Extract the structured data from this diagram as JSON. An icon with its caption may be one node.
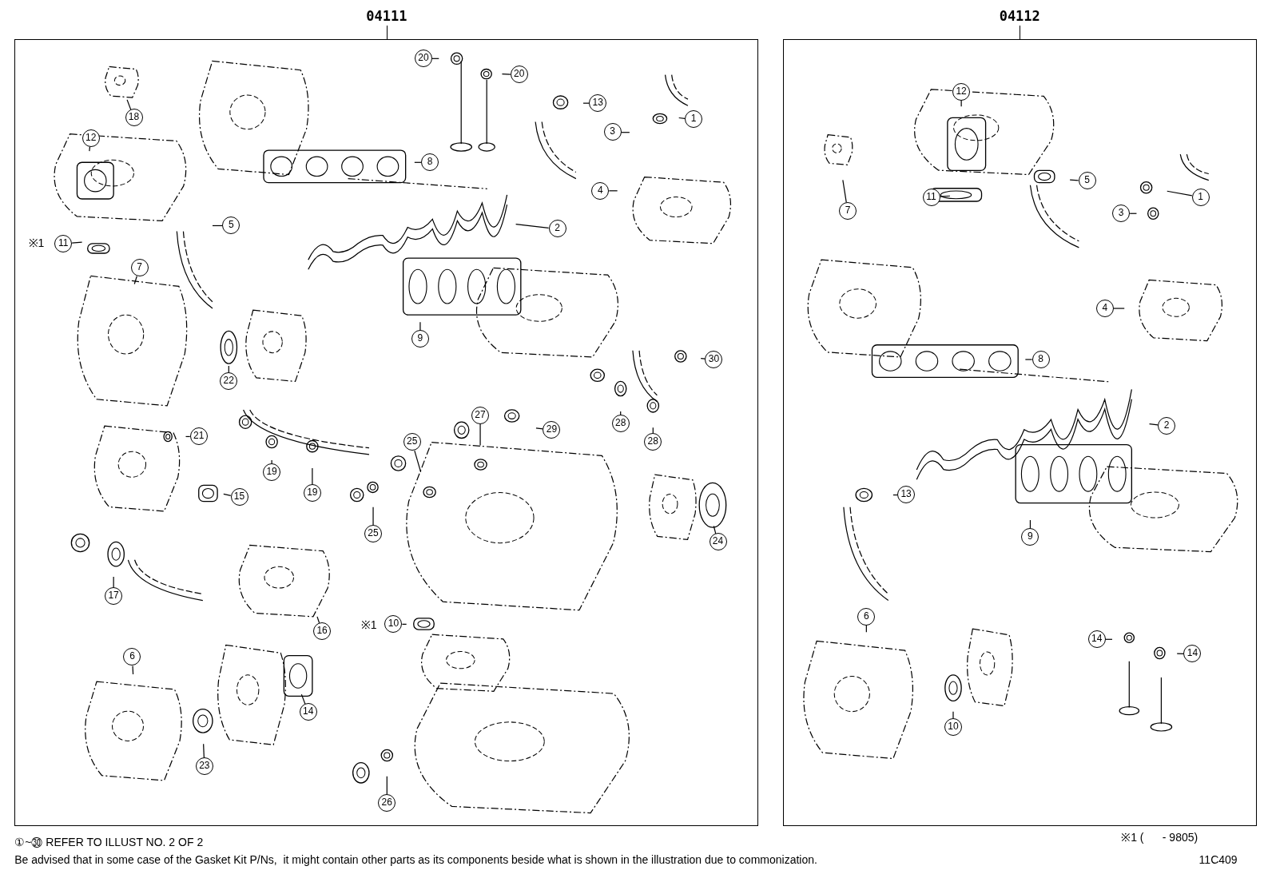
{
  "diagram": {
    "nodes": [
      {
        "text": [
          "04111"
        ]
      },
      {
        "text": [
          "04112"
        ]
      },
      {
        "text": [
          "18"
        ],
        "in": 0
      },
      {
        "text": [
          "20"
        ],
        "in": 0
      },
      {
        "text": [
          "20"
        ],
        "in": 0
      },
      {
        "text": [
          "13"
        ],
        "in": 0
      },
      {
        "text": [
          "12"
        ],
        "in": 0
      },
      {
        "text": [
          "3"
        ],
        "in": 0
      },
      {
        "text": [
          "1"
        ],
        "in": 0
      },
      {
        "text": [
          "8"
        ],
        "in": 0
      },
      {
        "text": [
          "5"
        ],
        "in": 0
      },
      {
        "text": [
          "4"
        ],
        "in": 0
      },
      {
        "text": [
          "2"
        ],
        "in": 0
      },
      {
        "text": [
          "11"
        ],
        "in": 0
      },
      {
        "text": [
          "7"
        ],
        "in": 0
      },
      {
        "text": [
          "9"
        ],
        "in": 0
      },
      {
        "text": [
          "22"
        ],
        "in": 0
      },
      {
        "text": [
          "30"
        ],
        "in": 0
      },
      {
        "text": [
          "28"
        ],
        "in": 0
      },
      {
        "text": [
          "28"
        ],
        "in": 0
      },
      {
        "text": [
          "27"
        ],
        "in": 0
      },
      {
        "text": [
          "29"
        ],
        "in": 0
      },
      {
        "text": [
          "21"
        ],
        "in": 0
      },
      {
        "text": [
          "19"
        ],
        "in": 0
      },
      {
        "text": [
          "25"
        ],
        "in": 0
      },
      {
        "text": [
          "19"
        ],
        "in": 0
      },
      {
        "text": [
          "15"
        ],
        "in": 0
      },
      {
        "text": [
          "25"
        ],
        "in": 0
      },
      {
        "text": [
          "24"
        ],
        "in": 0
      },
      {
        "text": [
          "17"
        ],
        "in": 0
      },
      {
        "text": [
          "16"
        ],
        "in": 0
      },
      {
        "text": [
          "10"
        ],
        "in": 0
      },
      {
        "text": [
          "6"
        ],
        "in": 0
      },
      {
        "text": [
          "14"
        ],
        "in": 0
      },
      {
        "text": [
          "23"
        ],
        "in": 0
      },
      {
        "text": [
          "26"
        ],
        "in": 0
      },
      {
        "text": [
          "12"
        ],
        "in": 1
      },
      {
        "text": [
          "5"
        ],
        "in": 1
      },
      {
        "text": [
          "11"
        ],
        "in": 1
      },
      {
        "text": [
          "1"
        ],
        "in": 1
      },
      {
        "text": [
          "3"
        ],
        "in": 1
      },
      {
        "text": [
          "7"
        ],
        "in": 1
      },
      {
        "text": [
          "4"
        ],
        "in": 1
      },
      {
        "text": [
          "8"
        ],
        "in": 1
      },
      {
        "text": [
          "2"
        ],
        "in": 1
      },
      {
        "text": [
          "13"
        ],
        "in": 1
      },
      {
        "text": [
          "9"
        ],
        "in": 1
      },
      {
        "text": [
          "6"
        ],
        "in": 1
      },
      {
        "text": [
          "14"
        ],
        "in": 1
      },
      {
        "text": [
          "14"
        ],
        "in": 1
      },
      {
        "text": [
          "10"
        ],
        "in": 1
      }
    ],
    "edges": [
      {
        "from": 2,
        "to": null,
        "arrow": "none"
      },
      {
        "from": 3,
        "to": null,
        "arrow": "none"
      },
      {
        "from": 4,
        "to": null,
        "arrow": "none"
      },
      {
        "from": 5,
        "to": null,
        "arrow": "none"
      },
      {
        "from": 6,
        "to": null,
        "arrow": "none"
      },
      {
        "from": 7,
        "to": null,
        "arrow": "none"
      },
      {
        "from": 8,
        "to": null,
        "arrow": "none"
      },
      {
        "from": 9,
        "to": null,
        "arrow": "none"
      },
      {
        "from": 10,
        "to": null,
        "arrow": "none"
      },
      {
        "from": 11,
        "to": null,
        "arrow": "none"
      },
      {
        "from": 12,
        "to": null,
        "arrow": "none"
      },
      {
        "from": 13,
        "to": null,
        "arrow": "none"
      },
      {
        "from": 14,
        "to": null,
        "arrow": "none"
      },
      {
        "from": 15,
        "to": null,
        "arrow": "none"
      },
      {
        "from": 16,
        "to": null,
        "arrow": "none"
      },
      {
        "from": 17,
        "to": null,
        "arrow": "none"
      },
      {
        "from": 18,
        "to": null,
        "arrow": "none"
      },
      {
        "from": 19,
        "to": null,
        "arrow": "none"
      },
      {
        "from": 20,
        "to": null,
        "arrow": "none"
      },
      {
        "from": 21,
        "to": null,
        "arrow": "none"
      },
      {
        "from": 22,
        "to": null,
        "arrow": "none"
      },
      {
        "from": 23,
        "to": null,
        "arrow": "none"
      },
      {
        "from": 24,
        "to": null,
        "arrow": "none"
      },
      {
        "from": 25,
        "to": null,
        "arrow": "none"
      },
      {
        "from": 26,
        "to": null,
        "arrow": "none"
      },
      {
        "from": 27,
        "to": null,
        "arrow": "none"
      },
      {
        "from": 28,
        "to": null,
        "arrow": "none"
      },
      {
        "from": 29,
        "to": null,
        "arrow": "none"
      },
      {
        "from": 30,
        "to": null,
        "arrow": "none"
      },
      {
        "from": 31,
        "to": null,
        "arrow": "none"
      },
      {
        "from": 32,
        "to": null,
        "arrow": "none"
      },
      {
        "from": 33,
        "to": null,
        "arrow": "none"
      },
      {
        "from": 34,
        "to": null,
        "arrow": "none"
      },
      {
        "from": 35,
        "to": null,
        "arrow": "none"
      },
      {
        "from": 36,
        "to": null,
        "arrow": "none"
      },
      {
        "from": 37,
        "to": null,
        "arrow": "none"
      },
      {
        "from": 38,
        "to": null,
        "arrow": "none"
      },
      {
        "from": 39,
        "to": null,
        "arrow": "none"
      },
      {
        "from": 40,
        "to": null,
        "arrow": "none"
      },
      {
        "from": 41,
        "to": null,
        "arrow": "none"
      },
      {
        "from": 42,
        "to": null,
        "arrow": "none"
      },
      {
        "from": 43,
        "to": null,
        "arrow": "none"
      },
      {
        "from": 44,
        "to": null,
        "arrow": "none"
      },
      {
        "from": 45,
        "to": null,
        "arrow": "none"
      },
      {
        "from": 46,
        "to": null,
        "arrow": "none"
      },
      {
        "from": 47,
        "to": null,
        "arrow": "none"
      },
      {
        "from": 48,
        "to": null,
        "arrow": "none"
      },
      {
        "from": 49,
        "to": null,
        "arrow": "none"
      },
      {
        "from": 50,
        "to": null,
        "arrow": "none"
      }
    ],
    "labels": [
      "※1",
      "※1",
      "①~㉚ REFER TO ILLUST NO. 2 OF 2",
      "※1 (      - 9805)",
      "Be advised that in some case of the Gasket Kit P/Ns,  it might contain other parts as its components beside what is shown in the illustration due to commonization.",
      "11C409"
    ]
  }
}
